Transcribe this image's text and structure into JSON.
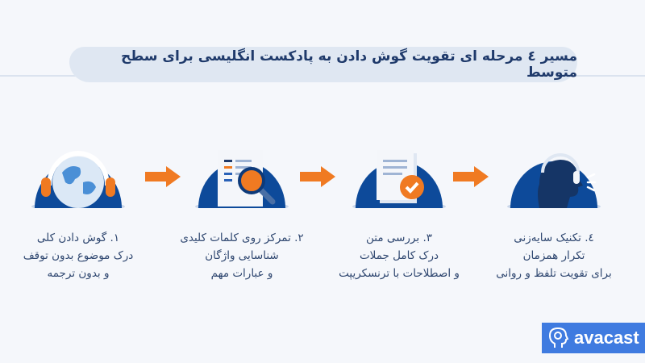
{
  "title": "مسیر ٤ مرحله ای تقویت گوش دادن به پادکست انگلیسی برای سطح متوسط",
  "colors": {
    "primary": "#0d4a9a",
    "accent": "#f07a22",
    "text": "#2f4770",
    "title_bg": "#dfe7f2"
  },
  "steps": [
    {
      "icon": "globe-headphones-icon",
      "lines": [
        "۱. گوش دادن کلی",
        "درک موضوع بدون توقف",
        "و بدون ترجمه"
      ]
    },
    {
      "icon": "document-magnifier-icon",
      "lines": [
        "۲. تمرکز روی کلمات کلیدی",
        "شناسایی واژگان",
        "و عبارات مهم"
      ]
    },
    {
      "icon": "document-check-icon",
      "lines": [
        "۳. بررسی متن",
        "درک کامل جملات",
        "و اصطلاحات با ترنسکریپت"
      ]
    },
    {
      "icon": "speaking-head-headset-icon",
      "lines": [
        "٤. تکنیک سایه‌زنی",
        "تکرار همزمان",
        "برای تقویت تلفظ و روانی"
      ]
    }
  ],
  "logo": {
    "text": "avacast"
  }
}
